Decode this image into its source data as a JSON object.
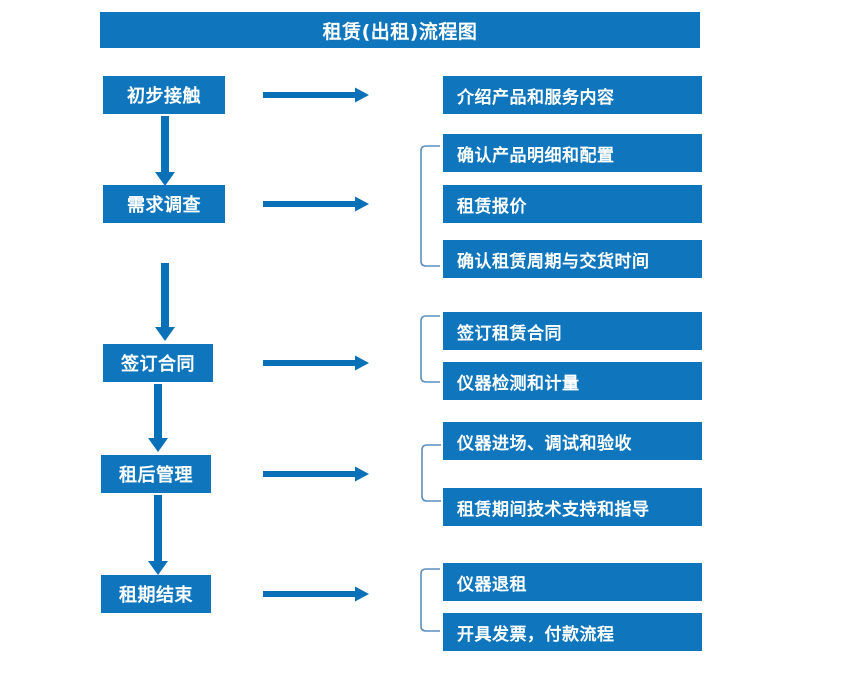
{
  "title": {
    "text": "租赁(出租)流程图",
    "bg": "#0F76BE",
    "color": "#FFFFFF"
  },
  "colors": {
    "box_blue": "#0F76BE",
    "arrow_blue": "#0A71B8",
    "bracket_blue": "#5A8FC0",
    "background": "#FFFFFF",
    "text_white": "#FFFFFF"
  },
  "flow": {
    "stages": [
      {
        "id": "stage-initial-contact",
        "label": "初步接触",
        "details": [
          {
            "id": "detail-introduce-products",
            "label": "介绍产品和服务内容"
          }
        ],
        "has_bracket": false,
        "arrow_to_next": true
      },
      {
        "id": "stage-needs-survey",
        "label": "需求调查",
        "details": [
          {
            "id": "detail-confirm-product-spec",
            "label": "确认产品明细和配置"
          },
          {
            "id": "detail-rental-quotation",
            "label": "租赁报价"
          },
          {
            "id": "detail-confirm-period-delivery",
            "label": "确认租赁周期与交货时间"
          }
        ],
        "has_bracket": true,
        "arrow_to_next": true
      },
      {
        "id": "stage-sign-contract",
        "label": "签订合同",
        "details": [
          {
            "id": "detail-sign-rental-contract",
            "label": "签订租赁合同"
          },
          {
            "id": "detail-instrument-inspection",
            "label": "仪器检测和计量"
          }
        ],
        "has_bracket": true,
        "arrow_to_next": true
      },
      {
        "id": "stage-post-rental-management",
        "label": "租后管理",
        "details": [
          {
            "id": "detail-instrument-entry-commission",
            "label": "仪器进场、调试和验收"
          },
          {
            "id": "detail-technical-support",
            "label": "租赁期间技术支持和指导"
          }
        ],
        "has_bracket": true,
        "arrow_to_next": true
      },
      {
        "id": "stage-rental-end",
        "label": "租期结束",
        "details": [
          {
            "id": "detail-instrument-return",
            "label": "仪器退租"
          },
          {
            "id": "detail-invoice-payment",
            "label": "开具发票，付款流程"
          }
        ],
        "has_bracket": true,
        "arrow_to_next": false
      }
    ]
  },
  "icons": {
    "right_arrow": "right-arrow-icon",
    "down_arrow": "down-arrow-icon",
    "bracket": "group-bracket-icon"
  }
}
